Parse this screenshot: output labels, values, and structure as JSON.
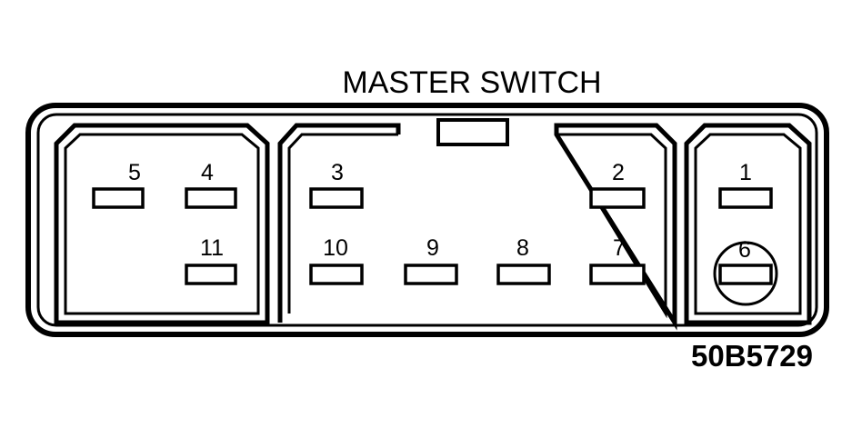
{
  "title": "MASTER SWITCH",
  "figure_code": "50B5729",
  "pins": [
    {
      "label": "5"
    },
    {
      "label": "4"
    },
    {
      "label": "11"
    },
    {
      "label": "3"
    },
    {
      "label": "2"
    },
    {
      "label": "10"
    },
    {
      "label": "9"
    },
    {
      "label": "8"
    },
    {
      "label": "7"
    },
    {
      "label": "1"
    },
    {
      "label": "6"
    }
  ],
  "colors": {
    "line": "#000000",
    "background": "#ffffff"
  }
}
